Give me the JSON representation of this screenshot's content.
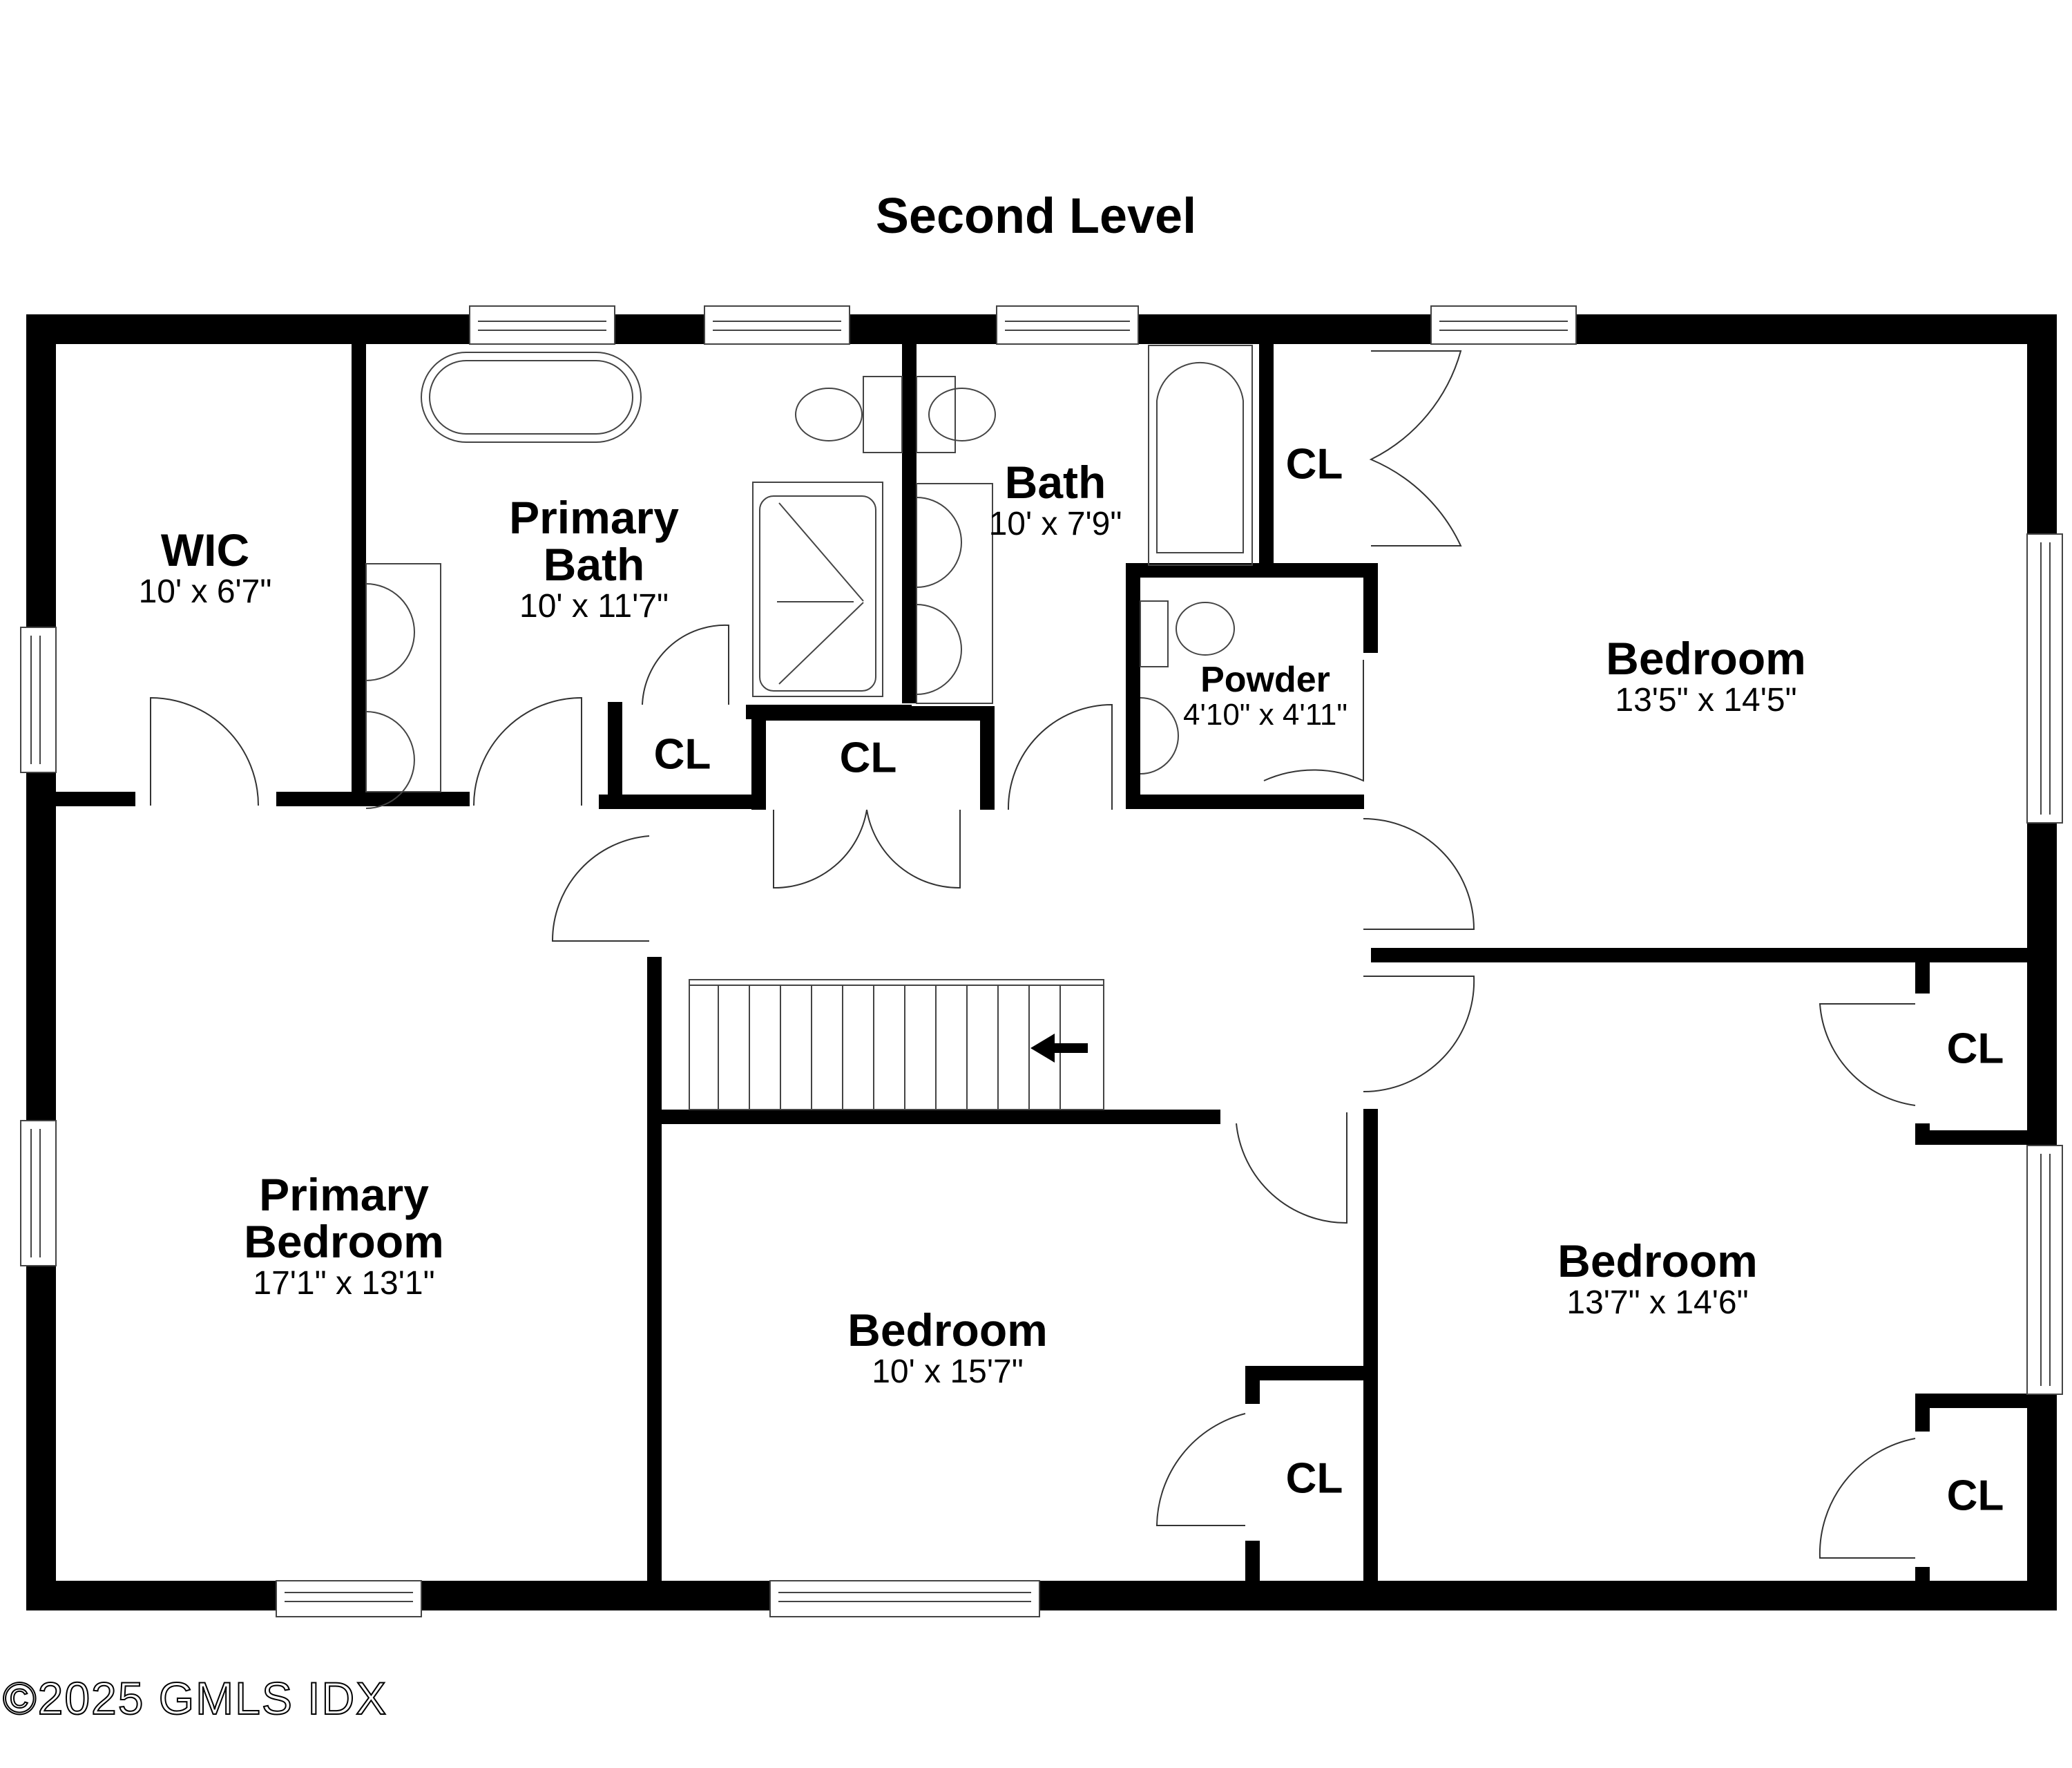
{
  "title": "Second Level",
  "rooms": [
    {
      "id": "wic",
      "name": "WIC",
      "dims": "10' x 6'7\""
    },
    {
      "id": "primary_bath",
      "name": "Primary Bath",
      "name_line1": "Primary",
      "name_line2": "Bath",
      "dims": "10' x 11'7\""
    },
    {
      "id": "bath",
      "name": "Bath",
      "dims": "10' x 7'9\""
    },
    {
      "id": "powder",
      "name": "Powder",
      "dims": "4'10\" x 4'11\""
    },
    {
      "id": "bedroom_ne",
      "name": "Bedroom",
      "dims": "13'5\" x 14'5\""
    },
    {
      "id": "primary_bedroom",
      "name": "Primary Bedroom",
      "name_line1": "Primary",
      "name_line2": "Bedroom",
      "dims": "17'1\" x 13'1\""
    },
    {
      "id": "bedroom_s",
      "name": "Bedroom",
      "dims": "10' x 15'7\""
    },
    {
      "id": "bedroom_se",
      "name": "Bedroom",
      "dims": "13'7\" x 14'6\""
    }
  ],
  "closets": [
    {
      "id": "cl_ne",
      "label": "CL"
    },
    {
      "id": "cl_hall_small",
      "label": "CL"
    },
    {
      "id": "cl_hall_double",
      "label": "CL"
    },
    {
      "id": "cl_se_upper",
      "label": "CL"
    },
    {
      "id": "cl_se_lower",
      "label": "CL"
    },
    {
      "id": "cl_s",
      "label": "CL"
    }
  ],
  "stairs": {
    "direction": "left",
    "arrow_icon": "arrow-left-icon"
  },
  "copyright": "©2025 GMLS IDX",
  "colors": {
    "wall": "#000000",
    "background": "#ffffff",
    "fixture_line": "#555555"
  }
}
